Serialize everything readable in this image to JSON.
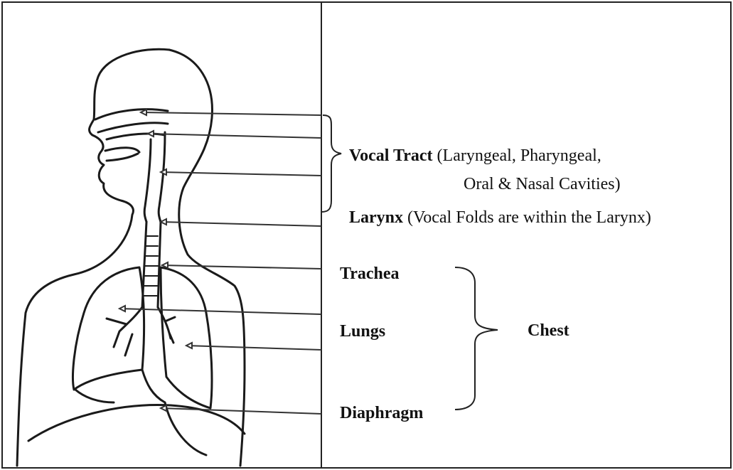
{
  "labels": {
    "vocal_tract": {
      "name": "Vocal Tract",
      "desc_line1": "(Laryngeal,  Pharyngeal,",
      "desc_line2": "Oral  & Nasal Cavities)"
    },
    "larynx": {
      "name": "Larynx",
      "desc": "(Vocal Folds are within the Larynx)"
    },
    "trachea": "Trachea",
    "lungs": "Lungs",
    "diaphragm": "Diaphragm",
    "chest": "Chest"
  },
  "colors": {
    "line": "#1a1a1a",
    "pointer": "#333333",
    "border": "#222222"
  }
}
